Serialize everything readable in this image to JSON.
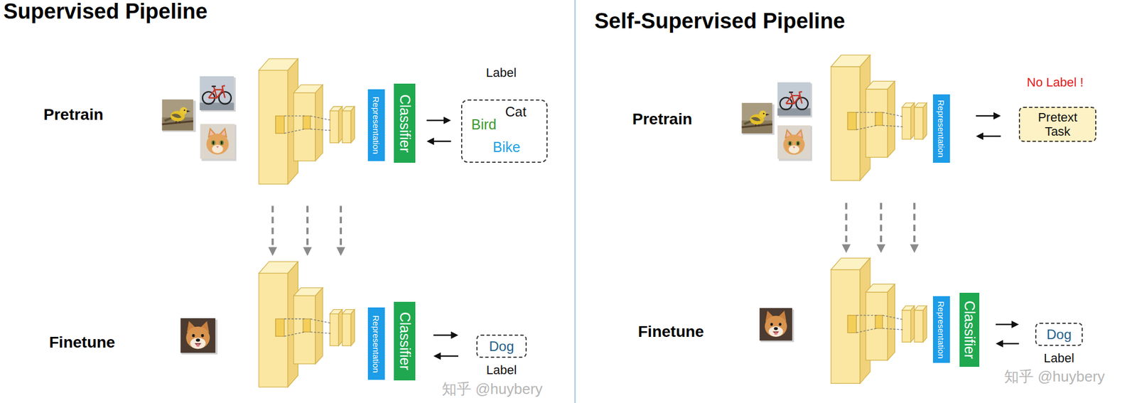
{
  "diagram": {
    "nodes": [
      {
        "text": [
          "Representation"
        ]
      },
      {
        "text": [
          "Classifier"
        ]
      },
      {
        "text": [
          "Label",
          "Cat",
          "Bird",
          "Bike"
        ]
      },
      {
        "text": [
          "Representation"
        ]
      },
      {
        "text": [
          "Classifier"
        ]
      },
      {
        "text": [
          "Dog",
          "Label"
        ]
      },
      {
        "text": [
          "Representation"
        ]
      },
      {
        "text": [
          "No Label !",
          "Pretext Task"
        ]
      },
      {
        "text": [
          "Representation"
        ]
      },
      {
        "text": [
          "Classifier"
        ]
      },
      {
        "text": [
          "Dog",
          "Label"
        ]
      }
    ],
    "edges": [
      {
        "from": 1,
        "to": 2,
        "arrow": "to"
      },
      {
        "from": 2,
        "to": 1,
        "arrow": "to"
      },
      {
        "from": 4,
        "to": 5,
        "arrow": "to"
      },
      {
        "from": 5,
        "to": 4,
        "arrow": "to"
      },
      {
        "from": 6,
        "to": 7,
        "arrow": "to"
      },
      {
        "from": 7,
        "to": 6,
        "arrow": "to"
      },
      {
        "from": 9,
        "to": 10,
        "arrow": "to"
      },
      {
        "from": 10,
        "to": 9,
        "arrow": "to"
      }
    ],
    "labels": [
      "Supervised Pipeline",
      "Pretrain",
      "Finetune",
      "知乎 @huybery",
      "Self-Supervised Pipeline",
      "Pretrain",
      "Finetune",
      "知乎 @huybery"
    ]
  }
}
